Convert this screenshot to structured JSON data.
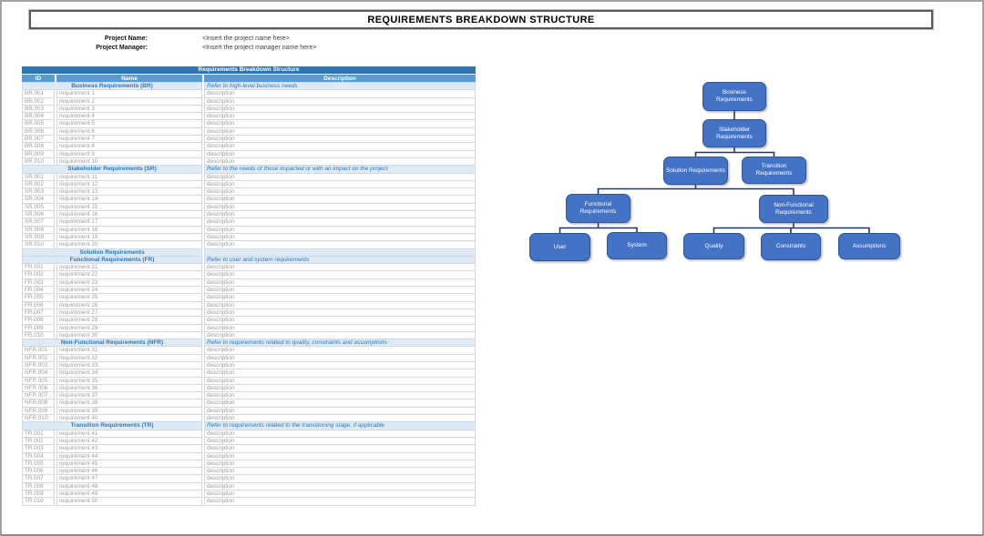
{
  "page_title": "REQUIREMENTS BREAKDOWN STRUCTURE",
  "project": {
    "name_label": "Project Name:",
    "name_value": "<Insert the project name here>",
    "manager_label": "Project Manager:",
    "manager_value": "<Insert the project manager name here>"
  },
  "table": {
    "title": "Requirements Breakdown Structure",
    "columns": [
      "ID",
      "Name",
      "Description"
    ],
    "sections": [
      {
        "name": "Business Requirements (BR)",
        "description": "Refer to high-level business needs",
        "rows": [
          [
            "BR.001",
            "requirement 1",
            "description"
          ],
          [
            "BR.002",
            "requirement 2",
            "description"
          ],
          [
            "BR.003",
            "requirement 3",
            "description"
          ],
          [
            "BR.004",
            "requirement 4",
            "description"
          ],
          [
            "BR.005",
            "requirement 5",
            "description"
          ],
          [
            "BR.006",
            "requirement 6",
            "description"
          ],
          [
            "BR.007",
            "requirement 7",
            "description"
          ],
          [
            "BR.008",
            "requirement 8",
            "description"
          ],
          [
            "BR.009",
            "requirement 9",
            "description"
          ],
          [
            "BR.010",
            "requirement 10",
            "description"
          ]
        ]
      },
      {
        "name": "Stakeholder Requirements (SR)",
        "description": "Refer to the needs of those impacted or with an impact on the project",
        "rows": [
          [
            "SR.001",
            "requirement 11",
            "description"
          ],
          [
            "SR.002",
            "requirement 12",
            "description"
          ],
          [
            "SR.003",
            "requirement 13",
            "description"
          ],
          [
            "SR.004",
            "requirement 14",
            "description"
          ],
          [
            "SR.005",
            "requirement 15",
            "description"
          ],
          [
            "SR.006",
            "requirement 16",
            "description"
          ],
          [
            "SR.007",
            "requirement 17",
            "description"
          ],
          [
            "SR.008",
            "requirement 18",
            "description"
          ],
          [
            "SR.009",
            "requirement 19",
            "description"
          ],
          [
            "SR.010",
            "requirement 20",
            "description"
          ]
        ]
      },
      {
        "name": "Solution Requirements",
        "description": "",
        "rows": []
      },
      {
        "name": "Functional Requirements (FR)",
        "description": "Refer to user and system requirements",
        "rows": [
          [
            "FR.001",
            "requirement 21",
            "description"
          ],
          [
            "FR.002",
            "requirement 22",
            "description"
          ],
          [
            "FR.003",
            "requirement 23",
            "description"
          ],
          [
            "FR.004",
            "requirement 24",
            "description"
          ],
          [
            "FR.005",
            "requirement 25",
            "description"
          ],
          [
            "FR.006",
            "requirement 26",
            "description"
          ],
          [
            "FR.007",
            "requirement 27",
            "description"
          ],
          [
            "FR.008",
            "requirement 28",
            "description"
          ],
          [
            "FR.009",
            "requirement 29",
            "description"
          ],
          [
            "FR.010",
            "requirement 30",
            "description"
          ]
        ]
      },
      {
        "name": "Non-Functional Requirements (NFR)",
        "description": "Refer to requirements related to quality, constraints and assumptions",
        "rows": [
          [
            "NFR.001",
            "requirement 31",
            "description"
          ],
          [
            "NFR.002",
            "requirement 32",
            "description"
          ],
          [
            "NFR.003",
            "requirement 33",
            "description"
          ],
          [
            "NFR.004",
            "requirement 34",
            "description"
          ],
          [
            "NFR.005",
            "requirement 35",
            "description"
          ],
          [
            "NFR.006",
            "requirement 36",
            "description"
          ],
          [
            "NFR.007",
            "requirement 37",
            "description"
          ],
          [
            "NFR.008",
            "requirement 38",
            "description"
          ],
          [
            "NFR.009",
            "requirement 39",
            "description"
          ],
          [
            "NFR.010",
            "requirement 40",
            "description"
          ]
        ]
      },
      {
        "name": "Transition Requirements (TR)",
        "description": "Refer to requirements related to the transitioning stage, if applicable",
        "rows": [
          [
            "TR.001",
            "requirement 41",
            "description"
          ],
          [
            "TR.002",
            "requirement 42",
            "description"
          ],
          [
            "TR.003",
            "requirement 43",
            "description"
          ],
          [
            "TR.004",
            "requirement 44",
            "description"
          ],
          [
            "TR.005",
            "requirement 45",
            "description"
          ],
          [
            "TR.006",
            "requirement 46",
            "description"
          ],
          [
            "TR.007",
            "requirement 47",
            "description"
          ],
          [
            "TR.008",
            "requirement 48",
            "description"
          ],
          [
            "TR.009",
            "requirement 49",
            "description"
          ],
          [
            "TR.010",
            "requirement 50",
            "description"
          ]
        ]
      }
    ]
  },
  "diagram": {
    "nodes": {
      "business": {
        "label": "Business Requirements"
      },
      "stakeholder": {
        "label": "Stakeholder Requirements"
      },
      "solution": {
        "label": "Solution Requirements"
      },
      "transition": {
        "label": "Transition Requirements"
      },
      "functional": {
        "label": "Functional Requirements"
      },
      "nonfunctional": {
        "label": "Non-Functional Requirements"
      },
      "user": {
        "label": "User"
      },
      "system": {
        "label": "System"
      },
      "quality": {
        "label": "Quality"
      },
      "constraints": {
        "label": "Constraints"
      },
      "assumptions": {
        "label": "Assumptions"
      }
    },
    "edges": [
      [
        "business",
        "stakeholder"
      ],
      [
        "stakeholder",
        "solution"
      ],
      [
        "stakeholder",
        "transition"
      ],
      [
        "solution",
        "functional"
      ],
      [
        "solution",
        "nonfunctional"
      ],
      [
        "functional",
        "user"
      ],
      [
        "functional",
        "system"
      ],
      [
        "nonfunctional",
        "quality"
      ],
      [
        "nonfunctional",
        "constraints"
      ],
      [
        "nonfunctional",
        "assumptions"
      ]
    ]
  },
  "colors": {
    "table_title_bg": "#2E75B6",
    "table_header_bg": "#5B9BD5",
    "section_bg": "#DEEBF7",
    "section_text": "#2E75B6",
    "section_border": "#C9DCEE",
    "data_text": "#9C9C9C",
    "cell_border": "#D6D6D6",
    "box_fill": "#4472C4",
    "box_border": "#2F5597",
    "connector": "#1F3864",
    "title_border": "#5A5A5A"
  }
}
